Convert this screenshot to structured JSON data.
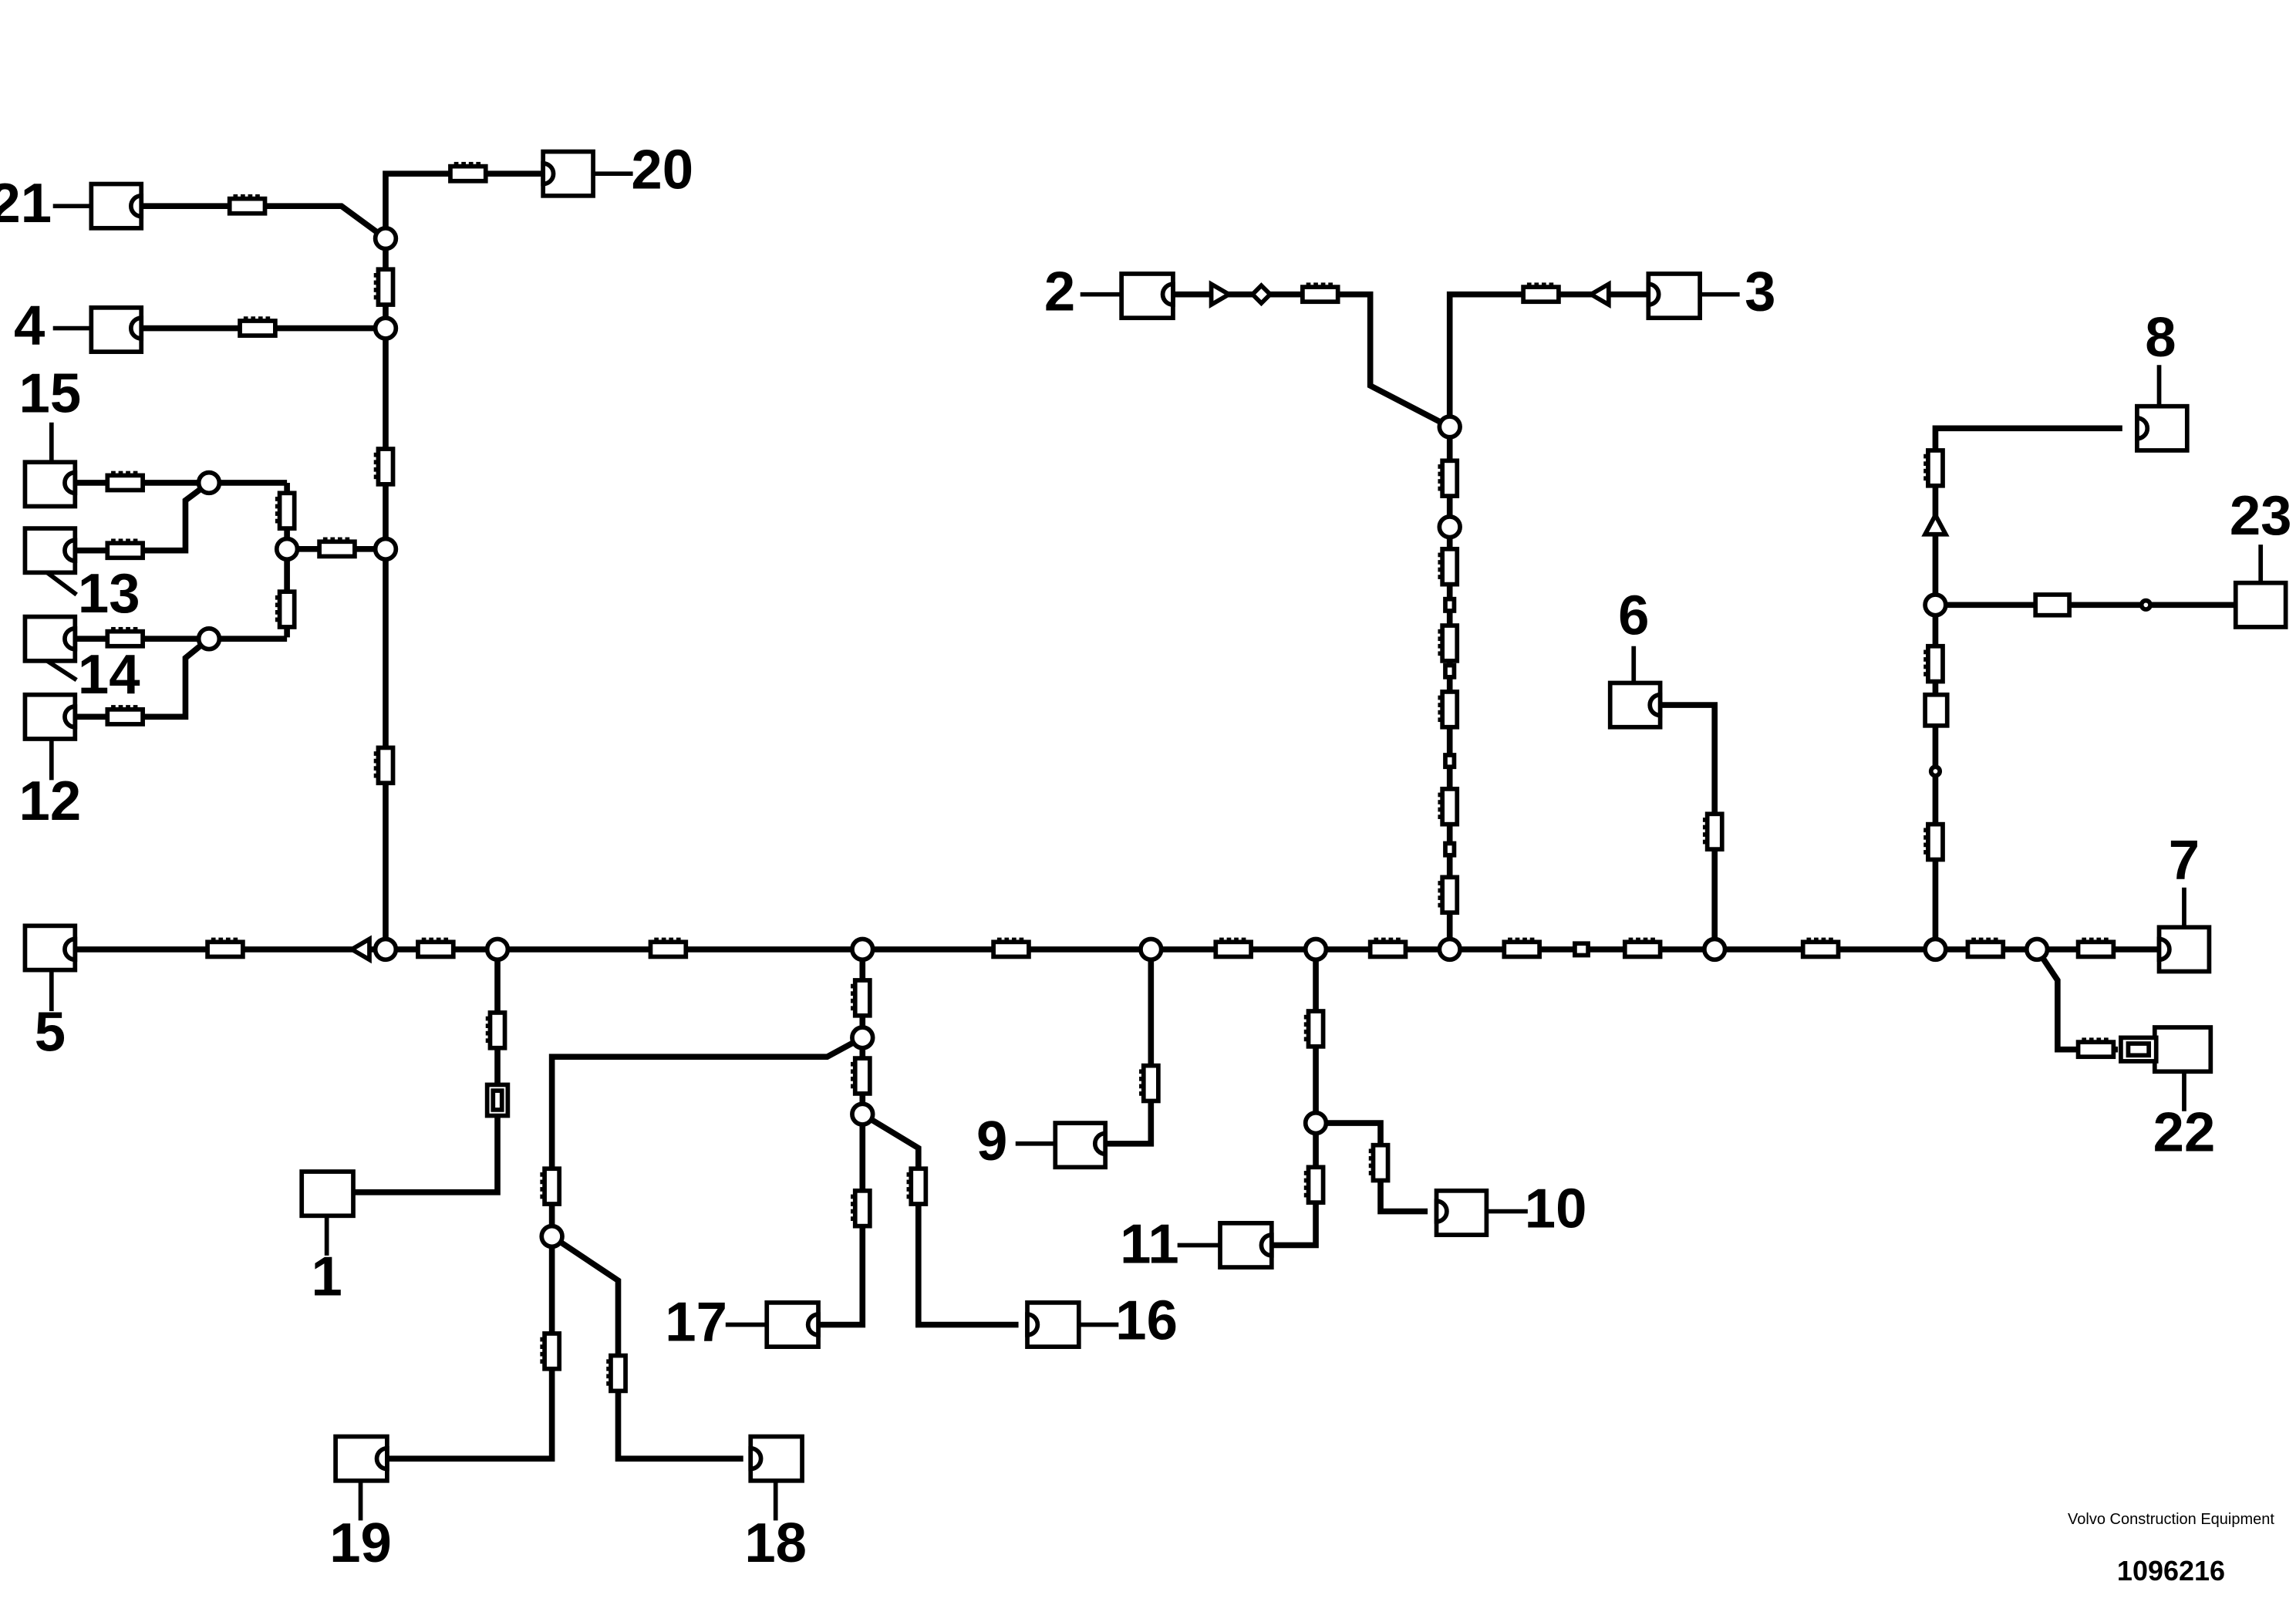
{
  "labels": {
    "c1": "1",
    "c2": "2",
    "c3": "3",
    "c4": "4",
    "c5": "5",
    "c6": "6",
    "c7": "7",
    "c8": "8",
    "c9": "9",
    "c10": "10",
    "c11": "11",
    "c12": "12",
    "c13": "13",
    "c14": "14",
    "c15": "15",
    "c16": "16",
    "c17": "17",
    "c18": "18",
    "c19": "19",
    "c20": "20",
    "c21": "21",
    "c22": "22",
    "c23": "23"
  },
  "footer": {
    "company": "Volvo Construction Equipment",
    "reference": "1096216"
  }
}
